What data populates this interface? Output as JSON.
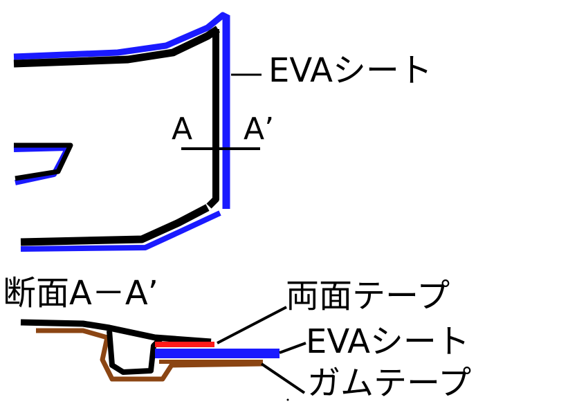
{
  "labels": {
    "eva_sheet_top": "EVAシート",
    "point_a": "A",
    "point_a_prime": "A’",
    "section_title": "断面A－A’",
    "double_sided_tape": "両面テープ",
    "eva_sheet_bottom": "EVAシート",
    "gum_tape": "ガムテープ"
  },
  "colors": {
    "outline": "#000000",
    "eva_sheet": "#1a1aff",
    "double_sided_tape": "#ff1a1a",
    "gum_tape": "#8b4513",
    "background": "#ffffff"
  }
}
